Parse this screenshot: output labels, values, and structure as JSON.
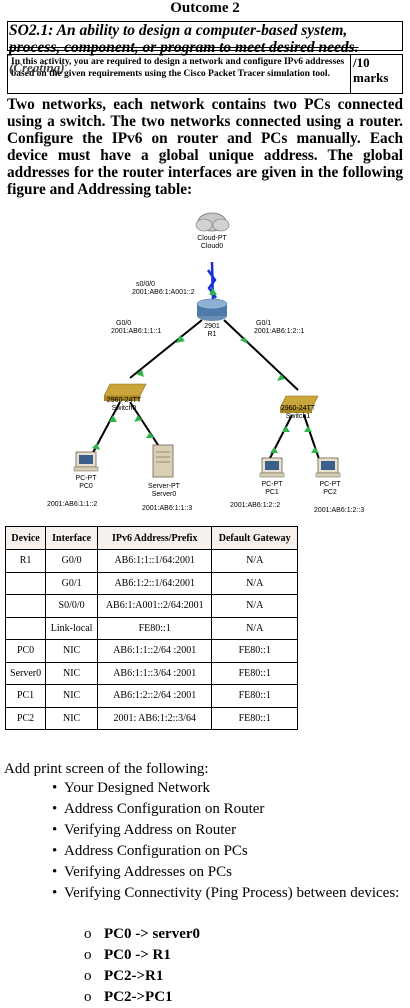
{
  "header": {
    "outcome": "Outcome 2",
    "so_line1": "SO2.1: An ability to design a computer-based system,",
    "so_line2": "process, component, or program to meet desired needs.",
    "creating": "(Creating)",
    "activity_text": "In this activity, you are required to design a network and configure IPv6 addresses based on the given requirements using the Cisco Packet Tracer simulation tool.",
    "marks": "/10 marks"
  },
  "intro_paragraph": "Two networks, each network contains two PCs connected using a switch. The two networks connected using a router. Configure the IPv6 on router and PCs manually. Each device must have a global unique address. The global addresses for the router interfaces are given in the following figure and Addressing table:",
  "diagram": {
    "cloud": {
      "type": "Cloud-PT",
      "name": "Cloud0"
    },
    "serial_if": "s0/0/0",
    "serial_addr": "2001:AB6:1:A001::2",
    "router": {
      "model": "2901",
      "name": "R1"
    },
    "g00": "G0/0",
    "g00_addr": "2001:AB6:1:1::1",
    "g01": "G0/1",
    "g01_addr": "2001:AB6:1:2::1",
    "switch0": {
      "model": "2960-24TT",
      "name": "Switch0"
    },
    "switch1": {
      "model": "2960-24TT",
      "name": "Switch1"
    },
    "pc0": {
      "type": "PC-PT",
      "name": "PC0",
      "addr": "2001:AB6:1:1::2"
    },
    "server0": {
      "type": "Server-PT",
      "name": "Server0",
      "addr": "2001:AB6:1:1::3"
    },
    "pc1": {
      "type": "PC-PT",
      "name": "PC1",
      "addr": "2001:AB6:1:2::2"
    },
    "pc2": {
      "type": "PC-PT",
      "name": "PC2",
      "addr": "2001:AB6:1:2::3"
    }
  },
  "table": {
    "headers": [
      "Device",
      "Interface",
      "IPv6 Address/Prefix",
      "Default Gateway"
    ],
    "rows": [
      [
        "R1",
        "G0/0",
        "AB6:1:1::1/64:2001",
        "N/A"
      ],
      [
        "",
        "G0/1",
        "AB6:1:2::1/64:2001",
        "N/A"
      ],
      [
        "",
        "S0/0/0",
        "AB6:1:A001::2/64:2001",
        "N/A"
      ],
      [
        "",
        "Link-local",
        "FE80::1",
        "N/A"
      ],
      [
        "PC0",
        "NIC",
        "AB6:1:1::2/64 :2001",
        "FE80::1"
      ],
      [
        "Server0",
        "NIC",
        "AB6:1:1::3/64 :2001",
        "FE80::1"
      ],
      [
        "PC1",
        "NIC",
        "AB6:1:2::2/64 :2001",
        "FE80::1"
      ],
      [
        "PC2",
        "NIC",
        "2001: AB6:1:2::3/64",
        "FE80::1"
      ]
    ]
  },
  "instructions": {
    "intro": "Add print screen of the following:",
    "bullets": [
      "Your Designed Network",
      "Address Configuration on Router",
      "Verifying Address on Router",
      "Address Configuration on PCs",
      "Verifying Addresses on PCs",
      "Verifying Connectivity (Ping Process) between devices:"
    ],
    "subitems": [
      "PC0 -> server0",
      "PC0 -> R1",
      "PC2->R1",
      "PC2->PC1"
    ]
  },
  "colors": {
    "link": "#000000",
    "serial_link": "#1a2fd6",
    "port_indicator": "#2db54b",
    "table_header_bg": "#f6f1ec"
  }
}
